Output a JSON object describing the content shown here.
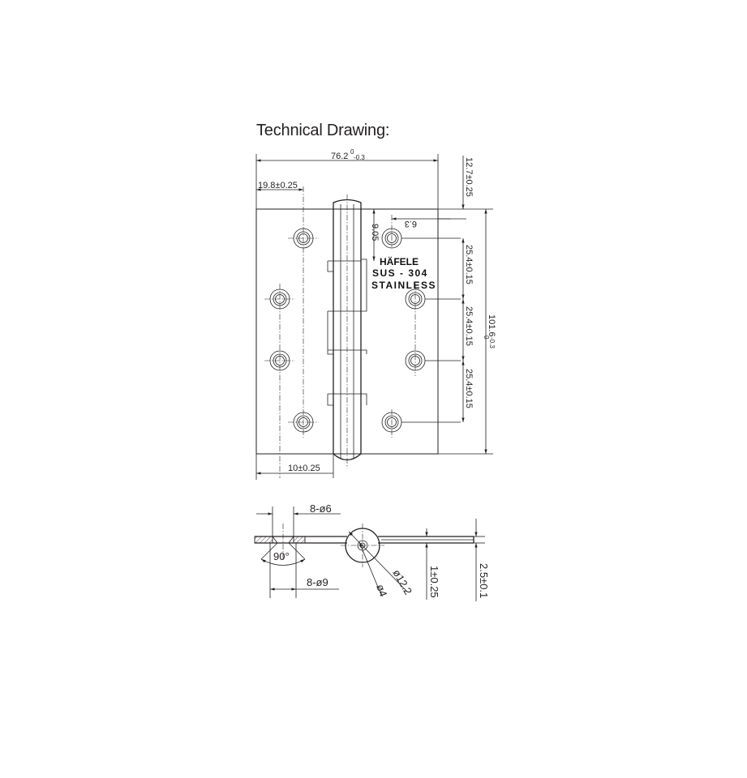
{
  "title": "Technical Drawing:",
  "front_view": {
    "width_dim": "76.2",
    "width_sup": "0",
    "width_sub": "-0.3",
    "hole_x_dim": "19.8±0.25",
    "top_offset_dim": "12.7±0.25",
    "knuckle_dim": "9.05",
    "slot_dim": "6.3",
    "pitch1_dim": "25.4±0.15",
    "pitch2_dim": "25.4±0.15",
    "pitch3_dim": "25.4±0.15",
    "height_dim": "101.6",
    "height_sup": "0",
    "height_sub": "-0.3",
    "bottom_dim": "10±0.25",
    "brand": "HÄFELE",
    "material": "SUS - 304",
    "finish": "STAINLESS"
  },
  "section_view": {
    "hole_dim": "8-ø6",
    "angle_dim": "90°",
    "csk_dim": "8-ø9",
    "knuckle_outer_dim": "ø12.2",
    "pin_dim": "ø4",
    "leaf_gap_dim": "1±0.25",
    "thickness_dim": "2.5±0.1"
  }
}
